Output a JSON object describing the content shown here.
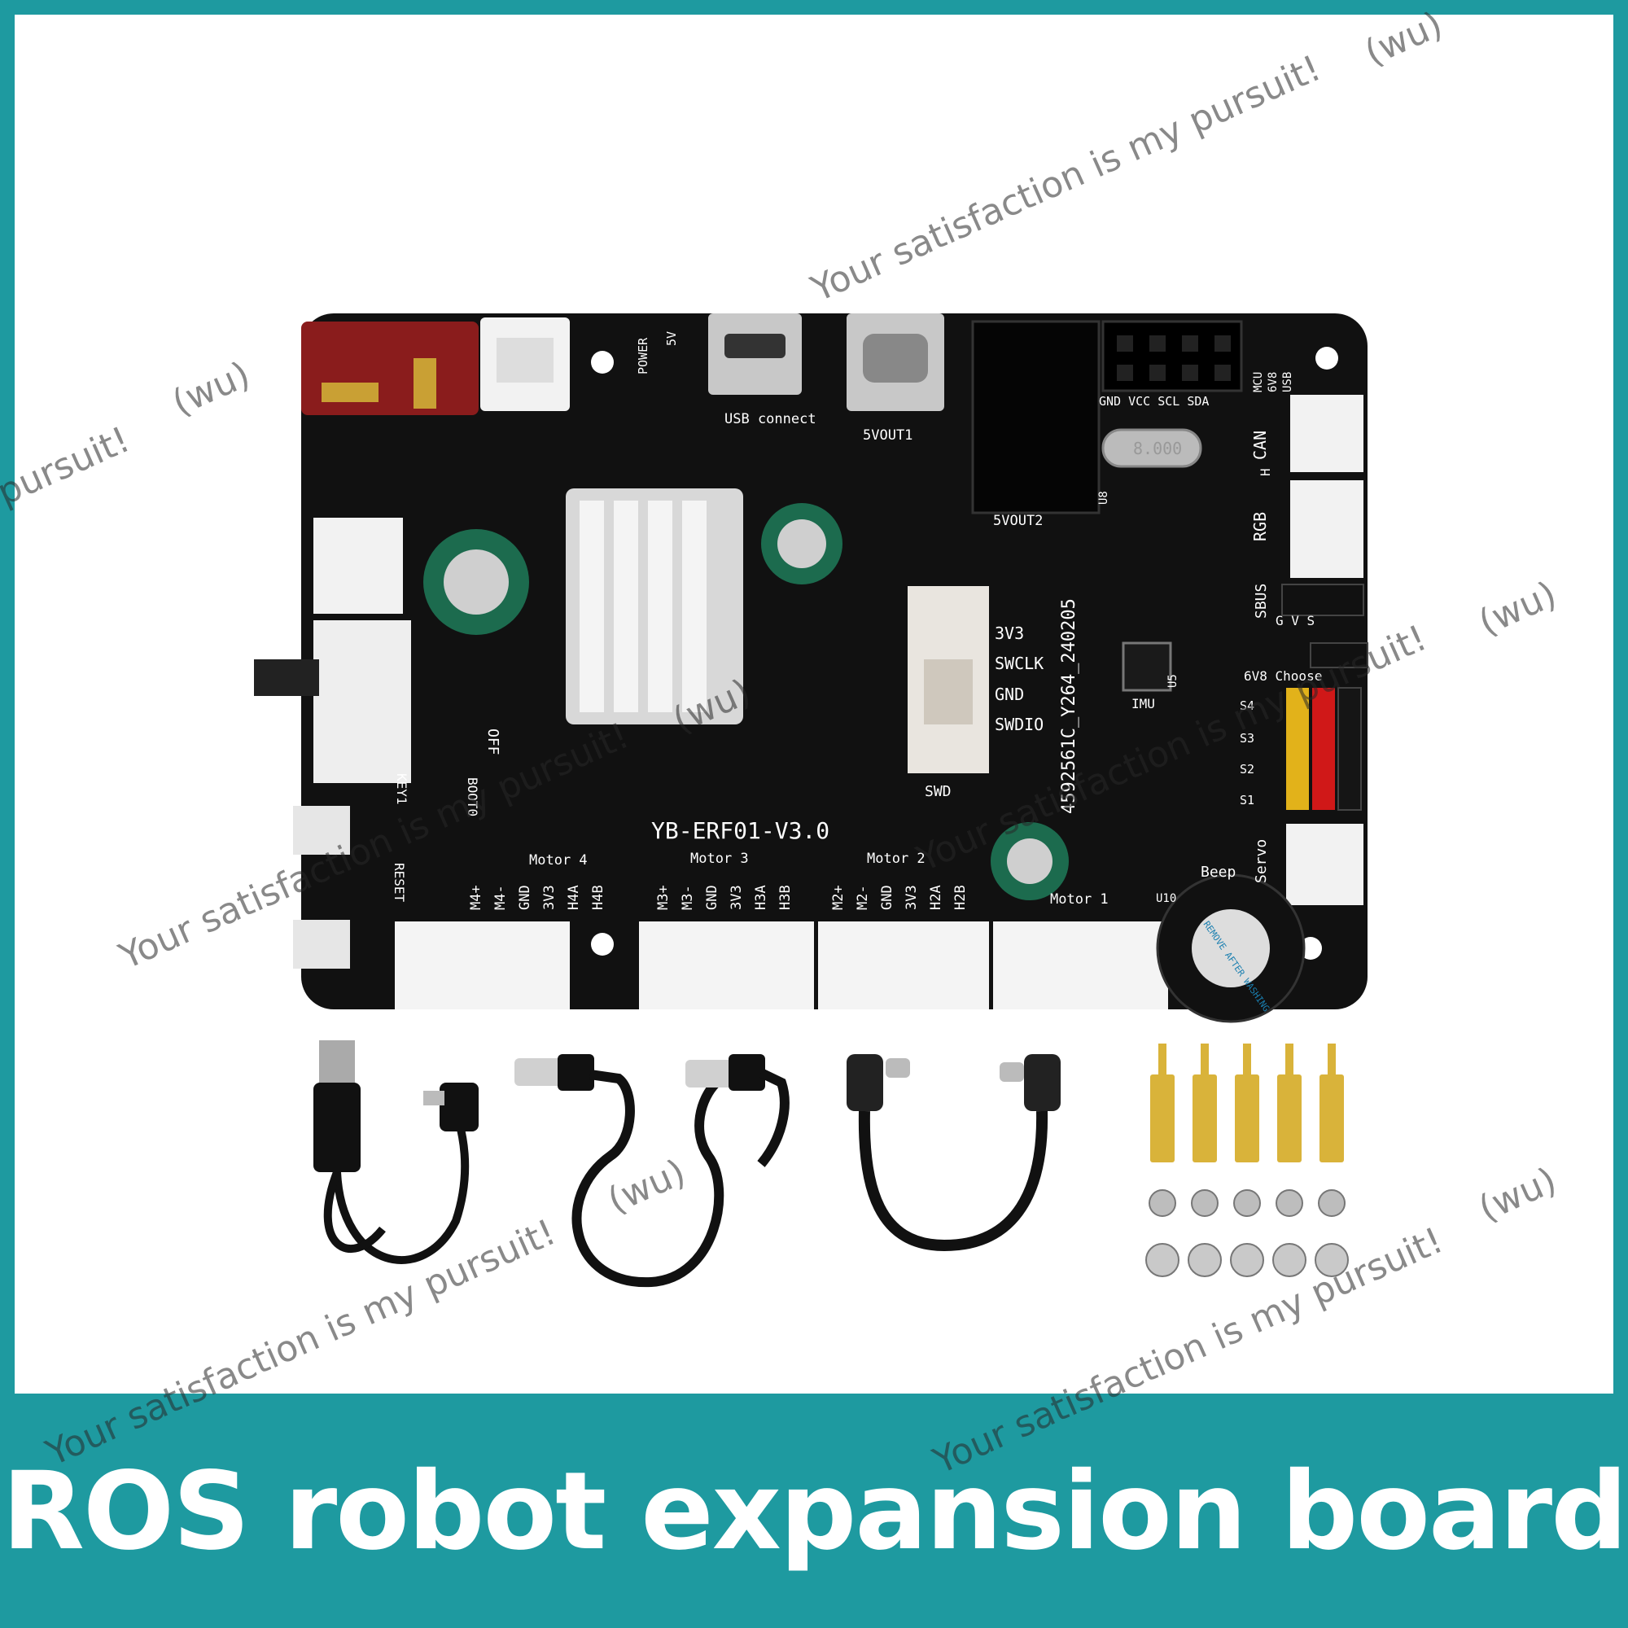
{
  "caption": "ROS robot expansion board",
  "watermark": {
    "text": "Your satisfaction is my pursuit!",
    "short": "pursuit!",
    "tag": "(wu)"
  },
  "board": {
    "model": "YB-ERF01-V3.0",
    "pcb_code": "4592561C_Y264_240205",
    "labels": {
      "power": "POWER",
      "v5": "5V",
      "usb_connect": "USB connect",
      "svout1": "5VOUT1",
      "svout2": "5VOUT2",
      "i2c_header": "GND VCC SCL SDA",
      "mcu": "MCU",
      "v6v8": "6V8",
      "usb": "USB",
      "can": "CAN",
      "h": "H",
      "rgb": "RGB",
      "sbus": "SBUS",
      "gvs": "G  V  S",
      "choose": "6V8 Choose",
      "imu": "IMU",
      "s4": "S4",
      "s3": "S3",
      "s2": "S2",
      "s1": "S1",
      "servo": "Servo",
      "beep": "Beep",
      "swd": "SWD",
      "swd_pins": [
        "3V3",
        "SWCLK",
        "GND",
        "SWDIO"
      ],
      "off": "OFF",
      "key1": "KEY1",
      "boot0": "BOOT0",
      "reset": "RESET",
      "motor4": "Motor 4",
      "motor3": "Motor 3",
      "motor2": "Motor 2",
      "motor1": "Motor 1",
      "buzzer": "REMOVE AFTER WASHING",
      "crystal": "8.000",
      "u5": "U5",
      "u8": "U8",
      "u10": "U10"
    },
    "motor_pins": {
      "m4": [
        "M4+",
        "M4-",
        "GND",
        "3V3",
        "H4A",
        "H4B"
      ],
      "m3": [
        "M3+",
        "M3-",
        "GND",
        "3V3",
        "H3A",
        "H3B"
      ],
      "m2": [
        "M2+",
        "M2-",
        "GND",
        "3V3",
        "H2A",
        "H2B"
      ]
    }
  },
  "accessories": [
    "usb-micro-cable",
    "dc-barrel-cable",
    "usb-c-cable",
    "brass-standoffs",
    "screws",
    "nuts"
  ],
  "colors": {
    "teal": "#1e9aa0",
    "pcb": "#111111",
    "t_connector": "#8a1c1c"
  }
}
